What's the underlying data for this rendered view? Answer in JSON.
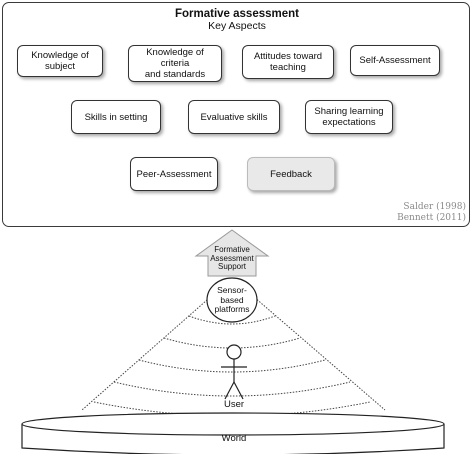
{
  "panel": {
    "title": "Formative assessment",
    "subtitle": "Key Aspects",
    "boxes": [
      {
        "label": "Knowledge of\nsubject"
      },
      {
        "label": "Knowledge of\ncriteria\nand standards"
      },
      {
        "label": "Attitudes toward\nteaching"
      },
      {
        "label": "Self-Assessment"
      },
      {
        "label": "Skills in setting"
      },
      {
        "label": "Evaluative skills"
      },
      {
        "label": "Sharing learning\nexpectations"
      },
      {
        "label": "Peer-Assessment"
      },
      {
        "label": "Feedback"
      }
    ],
    "citations": [
      "Salder (1998)",
      "Bennett (2011)"
    ]
  },
  "arrow_label": "Formative\nAssessment\nSupport",
  "platform_label": "Sensor-\nbased\nplatforms",
  "user_label": "User",
  "world_label": "World",
  "colors": {
    "border": "#333333",
    "feedback_fill": "#e9e9e9",
    "arrow_fill": "#e6e6e6",
    "citation": "#8a8a8a"
  }
}
